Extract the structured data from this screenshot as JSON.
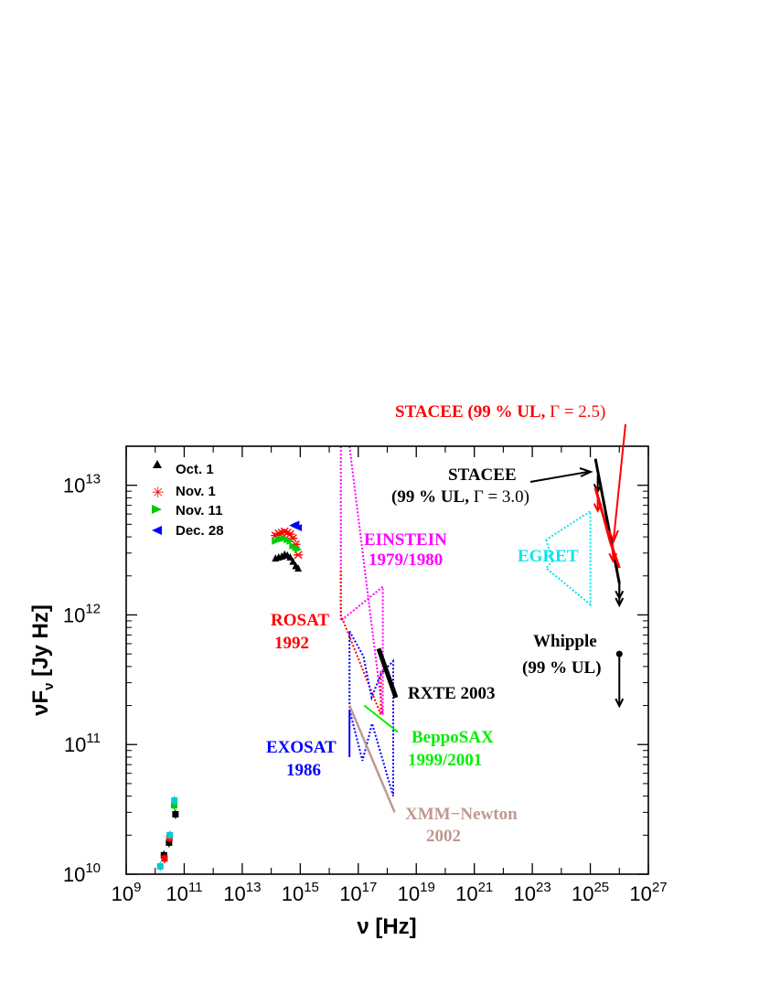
{
  "chart_data": {
    "type": "scatter",
    "xscale": "log",
    "yscale": "log",
    "xlim": [
      1000000000.0,
      1e+27
    ],
    "ylim": [
      10000000000.0,
      20000000000000.0
    ],
    "x_ticks": [
      "9",
      "11",
      "13",
      "15",
      "17",
      "19",
      "21",
      "23",
      "25",
      "27"
    ],
    "y_ticks": [
      "10",
      "11",
      "12",
      "13"
    ],
    "xlabel": {
      "main": "ν [Hz]"
    },
    "ylabel": {
      "nu": "νF",
      "sub": "ν",
      "rest": " [Jy Hz]"
    },
    "legend": {
      "placement": "top-left",
      "entries": [
        {
          "label": "Oct. 1",
          "color": "#000000",
          "marker": "triangle-up"
        },
        {
          "label": "Nov. 1",
          "color": "#ff0000",
          "marker": "asterisk"
        },
        {
          "label": "Nov. 11",
          "color": "#00cc00",
          "marker": "triangle-right"
        },
        {
          "label": "Dec. 28",
          "color": "#0000ff",
          "marker": "triangle-left"
        }
      ]
    },
    "radio_points": [
      {
        "x": 15000000000.0,
        "y": 11500000000.0,
        "color": "#00cccc"
      },
      {
        "x": 20000000000.0,
        "y": 14000000000.0,
        "color": "#000000"
      },
      {
        "x": 21000000000.0,
        "y": 13200000000.0,
        "color": "#ff0000"
      },
      {
        "x": 30000000000.0,
        "y": 17500000000.0,
        "color": "#000000"
      },
      {
        "x": 31000000000.0,
        "y": 19000000000.0,
        "color": "#ff0000"
      },
      {
        "x": 32000000000.0,
        "y": 20000000000.0,
        "color": "#00cccc"
      },
      {
        "x": 45000000000.0,
        "y": 34000000000.0,
        "color": "#00cc00"
      },
      {
        "x": 46000000000.0,
        "y": 37000000000.0,
        "color": "#00cccc"
      },
      {
        "x": 50000000000.0,
        "y": 29000000000.0,
        "color": "#000000"
      }
    ],
    "optical_series": [
      {
        "color": "#000000",
        "x": [
          140000000000000.0,
          180000000000000.0,
          230000000000000.0,
          290000000000000.0,
          360000000000000.0,
          450000000000000.0,
          560000000000000.0,
          700000000000000.0,
          850000000000000.0
        ],
        "y": [
          2750000000000.0,
          2800000000000.0,
          2850000000000.0,
          2950000000000.0,
          2900000000000.0,
          2800000000000.0,
          2600000000000.0,
          2400000000000.0,
          2300000000000.0
        ]
      },
      {
        "color": "#ff0000",
        "x": [
          140000000000000.0,
          180000000000000.0,
          230000000000000.0,
          290000000000000.0,
          360000000000000.0,
          450000000000000.0,
          560000000000000.0,
          700000000000000.0,
          850000000000000.0
        ],
        "y": [
          4100000000000.0,
          4250000000000.0,
          4300000000000.0,
          4400000000000.0,
          4300000000000.0,
          4200000000000.0,
          3900000000000.0,
          3500000000000.0,
          2900000000000.0
        ]
      },
      {
        "color": "#00cc00",
        "x": [
          140000000000000.0,
          180000000000000.0,
          230000000000000.0,
          290000000000000.0,
          360000000000000.0,
          450000000000000.0,
          560000000000000.0,
          700000000000000.0,
          850000000000000.0
        ],
        "y": [
          3700000000000.0,
          3800000000000.0,
          3850000000000.0,
          3900000000000.0,
          3800000000000.0,
          3700000000000.0,
          3400000000000.0,
          3300000000000.0,
          3200000000000.0
        ]
      },
      {
        "color": "#0000ff",
        "x": [
          560000000000000.0,
          700000000000000.0,
          850000000000000.0
        ],
        "y": [
          4900000000000.0,
          5000000000000.0,
          4700000000000.0
        ]
      }
    ],
    "xray_polygons": [
      {
        "name": "EINSTEIN",
        "color": "#ff00ff",
        "points": [
          [
            2.5e+16,
            20000000000000.0
          ],
          [
            2.5e+16,
            900000000000.0
          ],
          [
            7e+17,
            1650000000000.0
          ],
          [
            7e+17,
            170000000000.0
          ],
          [
            5e+16,
            20000000000000.0
          ]
        ]
      },
      {
        "name": "ROSAT",
        "color": "#ff0000",
        "points": [
          [
            2.5e+16,
            2200000000000.0
          ],
          [
            2.5e+16,
            1000000000000.0
          ],
          [
            6e+17,
            170000000000.0
          ],
          [
            6e+17,
            380000000000.0
          ]
        ]
      },
      {
        "name": "EXOSAT",
        "color": "#0000ff",
        "points": [
          [
            5e+16,
            750000000000.0
          ],
          [
            1.5e+17,
            480000000000.0
          ],
          [
            2.9e+17,
            230000000000.0
          ],
          [
            6e+17,
            350000000000.0
          ],
          [
            1.6e+18,
            440000000000.0
          ],
          [
            1.6e+18,
            40000000000.0
          ],
          [
            3e+17,
            145000000000.0
          ],
          [
            1.4e+17,
            75000000000.0
          ],
          [
            5e+16,
            185000000000.0
          ],
          [
            5e+16,
            80000000000.0
          ],
          [
            5e+16,
            750000000000.0
          ]
        ]
      }
    ],
    "xray_lines": [
      {
        "name": "RXTE",
        "color": "#000000",
        "points": [
          [
            5e+17,
            550000000000.0
          ],
          [
            2e+18,
            230000000000.0
          ]
        ],
        "width": 5
      },
      {
        "name": "BeppoSAX",
        "color": "#00ee00",
        "points": [
          [
            1.6e+17,
            200000000000.0
          ],
          [
            2.3e+18,
            125000000000.0
          ]
        ],
        "width": 2
      },
      {
        "name": "XMM",
        "color": "#c09890",
        "points": [
          [
            5e+16,
            200000000000.0
          ],
          [
            1.8e+18,
            30000000000.0
          ]
        ],
        "width": 2.5
      }
    ],
    "egret": {
      "color": "#00e5ee",
      "points": [
        [
          3e+23,
          3800000000000.0
        ],
        [
          5e+23,
          2600000000000.0
        ],
        [
          3e+23,
          2300000000000.0
        ],
        [
          1e+25,
          1200000000000.0
        ],
        [
          1e+25,
          6300000000000.0
        ],
        [
          3e+23,
          3800000000000.0
        ]
      ]
    },
    "stacee_black": {
      "points": [
        [
          1.5e+25,
          16000000000000.0
        ],
        [
          1e+26,
          1750000000000.0
        ]
      ],
      "arrow_x": [
        1.8e+25,
        1e+26
      ],
      "arrow_y": [
        12000000000000.0,
        1800000000000.0
      ]
    },
    "stacee_red": {
      "points": [
        [
          1.5e+25,
          9500000000000.0
        ],
        [
          3e+25,
          5500000000000.0
        ],
        [
          5e+25,
          3600000000000.0
        ],
        [
          7e+25,
          2900000000000.0
        ],
        [
          1e+26,
          2300000000000.0
        ]
      ],
      "arrow_x": [
        1.8e+25,
        6e+25
      ],
      "arrow_y": [
        8500000000000.0,
        3500000000000.0
      ]
    },
    "whipple": {
      "x": 1e+26,
      "y": 500000000000.0
    },
    "annotations": {
      "einstein_1": "EINSTEIN",
      "einstein_2": "1979/1980",
      "rosat_1": "ROSAT",
      "rosat_2": "1992",
      "exosat_1": "EXOSAT",
      "exosat_2": "1986",
      "rxte": "RXTE 2003",
      "bepposax_1": "BeppoSAX",
      "bepposax_2": "1999/2001",
      "xmm_1": "XMM−Newton",
      "xmm_2": "2002",
      "egret": "EGRET",
      "whipple_1": "Whipple",
      "whipple_2": "(99 % UL)",
      "stacee_black_1": "STACEE",
      "stacee_black_2a": "(99 % UL, ",
      "stacee_black_gamma": "Γ",
      "stacee_black_2b": " = 3.0)",
      "stacee_red_a": "STACEE (99 % UL, ",
      "stacee_red_gamma": "Γ",
      "stacee_red_b": " = 2.5)"
    }
  }
}
